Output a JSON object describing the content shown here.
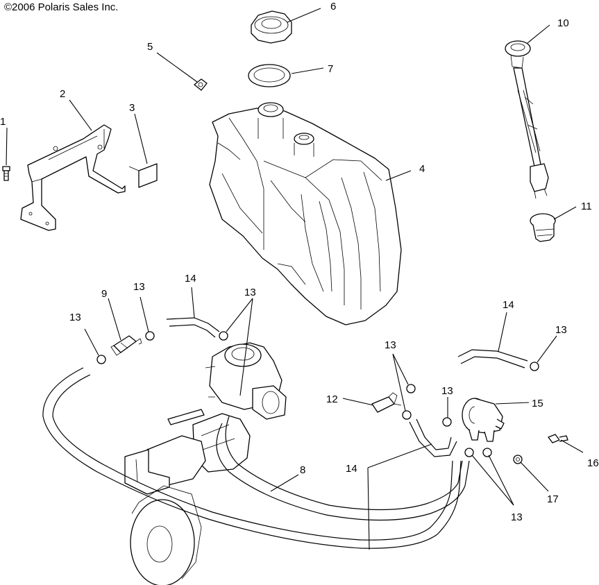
{
  "copyright": "©2006 Polaris Sales Inc.",
  "callouts": {
    "c1": "1",
    "c2": "2",
    "c3": "3",
    "c4": "4",
    "c5": "5",
    "c6": "6",
    "c7": "7",
    "c8": "8",
    "c9": "9",
    "c10": "10",
    "c11": "11",
    "c12": "12",
    "c13a": "13",
    "c13b": "13",
    "c13c": "13",
    "c13d": "13",
    "c13e": "13",
    "c13f": "13",
    "c13g": "13",
    "c14a": "14",
    "c14b": "14",
    "c14c": "14",
    "c15": "15",
    "c16": "16",
    "c17": "17"
  }
}
